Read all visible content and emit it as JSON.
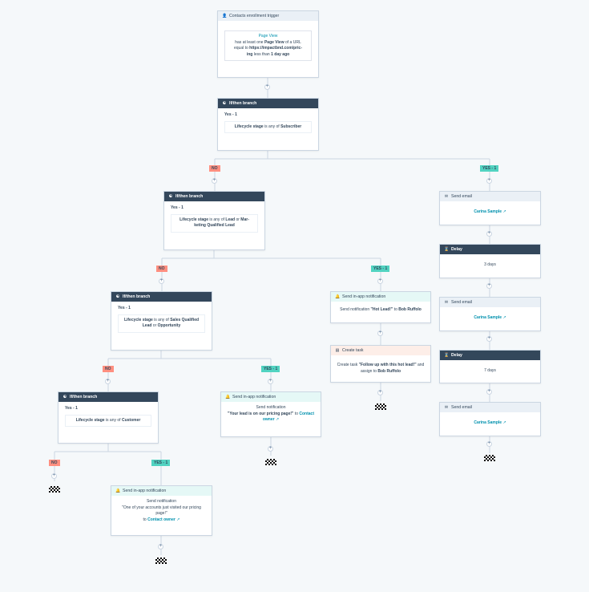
{
  "trigger": {
    "header": "Contacts enrollment trigger",
    "filter_title": "Page View",
    "line1_pre": "has at least one ",
    "line1_bold": "Page View",
    "line1_post": " of a URL",
    "line2_pre": "equal to ",
    "line2_bold": "https://impactbnd.com/pric-",
    "line3_bold": "ing",
    "line3_mid": " less than ",
    "line3_bold2": "1 day ago"
  },
  "branch1": {
    "header": "If/then branch",
    "yes_label": "Yes - 1",
    "prop": "Lifecycle stage",
    "op": " is any of ",
    "val": "Subscriber"
  },
  "branch2": {
    "header": "If/then branch",
    "yes_label": "Yes - 1",
    "prop": "Lifecycle stage",
    "op": " is any of ",
    "val1": "Lead",
    "or": " or ",
    "val2a": "Mar-",
    "val2b": "keting Qualified Lead"
  },
  "branch3": {
    "header": "If/then branch",
    "yes_label": "Yes - 1",
    "prop": "Lifecycle stage",
    "op": " is any of ",
    "val1": "Sales Qualified",
    "val1b": "Lead",
    "or": " or ",
    "val2": "Opportunity"
  },
  "branch4": {
    "header": "If/then branch",
    "yes_label": "Yes - 1",
    "prop": "Lifecycle stage",
    "op": " is any of ",
    "val": "Customer"
  },
  "labels": {
    "no": "NO",
    "yes": "YES - 1",
    "plus": "+"
  },
  "right": {
    "email_header": "Send email",
    "email_name": "Carina Sample",
    "delay_header": "Delay",
    "delay1": "3 days",
    "delay2": "7 days"
  },
  "notif_hot": {
    "header": "Send in-app notification",
    "pre": "Send notification ",
    "bold": "\"Hot Lead!\"",
    "mid": " to ",
    "owner": "Bob Ruffolo"
  },
  "task": {
    "header": "Create task",
    "pre": "Create task ",
    "bold": "\"Follow up with this hot lead!\"",
    "post": " and",
    "line2_pre": "assign to ",
    "owner": "Bob Ruffolo"
  },
  "notif_pricing": {
    "header": "Send in-app notification",
    "line1": "Send notification",
    "bold": "\"Your lead is on our pricing page!\"",
    "mid": " to ",
    "link1": "Contact",
    "link2": "owner"
  },
  "notif_accounts": {
    "header": "Send in-app notification",
    "line1": "Send notification",
    "bold1": "\"One of your accounts just visited our pricing",
    "bold2": "page!\"",
    "mid": "to ",
    "link": "Contact owner"
  }
}
